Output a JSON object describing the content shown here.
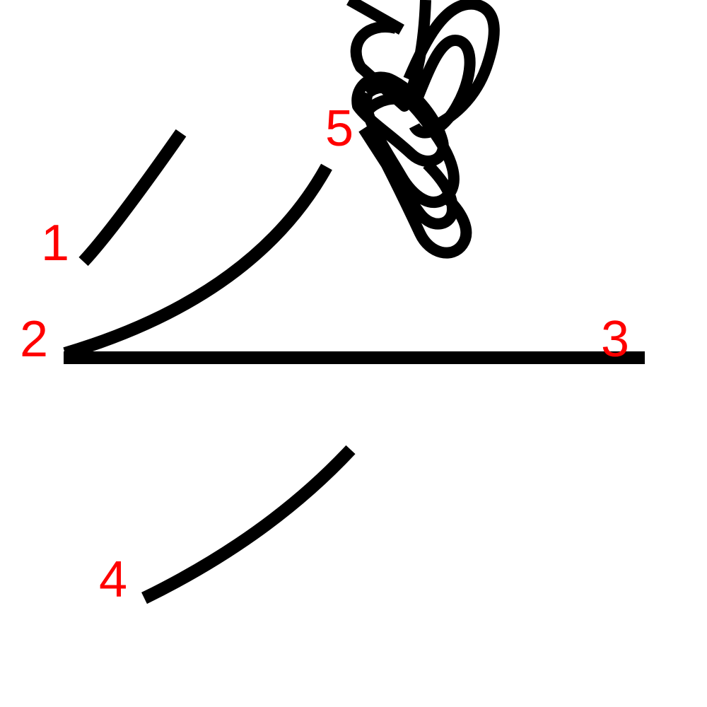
{
  "colors": {
    "stroke": "#000000",
    "label": "#ff0000",
    "background": "#ffffff"
  },
  "labels": {
    "one": "1",
    "two": "2",
    "three": "3",
    "four": "4",
    "five": "5"
  }
}
